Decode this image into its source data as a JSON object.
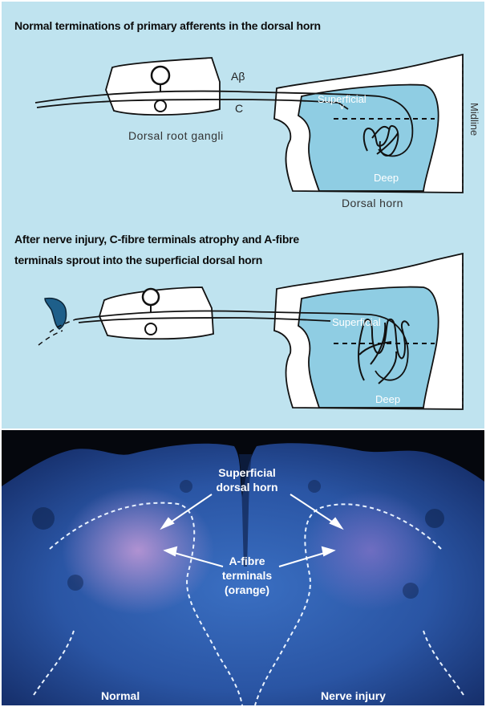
{
  "figure": {
    "top": {
      "heading": "Normal terminations of primary afferents in the dorsal horn",
      "fibre_ab": "Aβ",
      "fibre_c": "C",
      "ganglion": "Dorsal root gangli",
      "superficial": "Superficial",
      "deep": "Deep",
      "dorsal_horn": "Dorsal horn",
      "midline": "Midline"
    },
    "middle": {
      "heading_line1": "After nerve injury, C-fibre terminals atrophy and A-fibre",
      "heading_line2": "terminals sprout into  the superficial dorsal horn",
      "superficial": "Superficial",
      "deep": "Deep"
    },
    "bottom": {
      "superficial_line1": "Superficial",
      "superficial_line2": "dorsal horn",
      "afibre_line1": "A-fibre",
      "afibre_line2": "terminals",
      "afibre_line3": "(orange)",
      "label_normal": "Normal",
      "label_injury": "Nerve injury"
    },
    "colors": {
      "panel_bg": "#bfe3ef",
      "horn_fill": "#8fcde3",
      "tissue": "#2f5fb0",
      "tissue_dark": "#0f2450",
      "terminal_orange": "#c79bd8"
    }
  }
}
